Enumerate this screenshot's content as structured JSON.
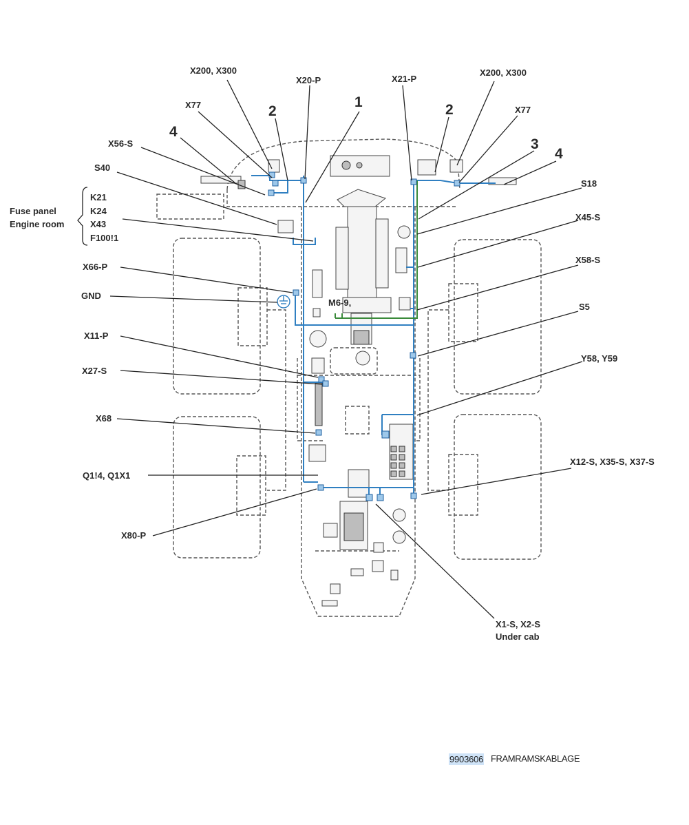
{
  "labels": {
    "x200_x300_left": "X200, X300",
    "x20_p": "X20-P",
    "x21_p": "X21-P",
    "x200_x300_right": "X200, X300",
    "x77_left": "X77",
    "x77_right": "X77",
    "x56_s": "X56-S",
    "s40": "S40",
    "fuse_panel_line1": "Fuse panel",
    "fuse_panel_line2": "Engine room",
    "k21": "K21",
    "k24": "K24",
    "x43": "X43",
    "f100": "F100!1",
    "s18": "S18",
    "x45_s": "X45-S",
    "x58_s": "X58-S",
    "x66_p": "X66-P",
    "gnd": "GND",
    "s5": "S5",
    "m6_9": "M6-9,",
    "x11_p": "X11-P",
    "y58_y59": "Y58, Y59",
    "x27_s": "X27-S",
    "x68": "X68",
    "x12_x35_x37": "X12-S, X35-S, X37-S",
    "q1_4": "Q1!4, Q1X1",
    "x80_p": "X80-P",
    "x1_x2_line1": "X1-S, X2-S",
    "x1_x2_line2": "Under cab"
  },
  "numbers": {
    "n1": "1",
    "n2_left": "2",
    "n2_right": "2",
    "n3": "3",
    "n4_left": "4",
    "n4_right": "4"
  },
  "footer": {
    "code": "9903606",
    "name": "FRAMRAMSKABLAGE"
  },
  "colors": {
    "harness_wire": "#2f7fc1",
    "ground_wire": "#3a8a3a",
    "code_highlight": "#cfe3f7"
  }
}
